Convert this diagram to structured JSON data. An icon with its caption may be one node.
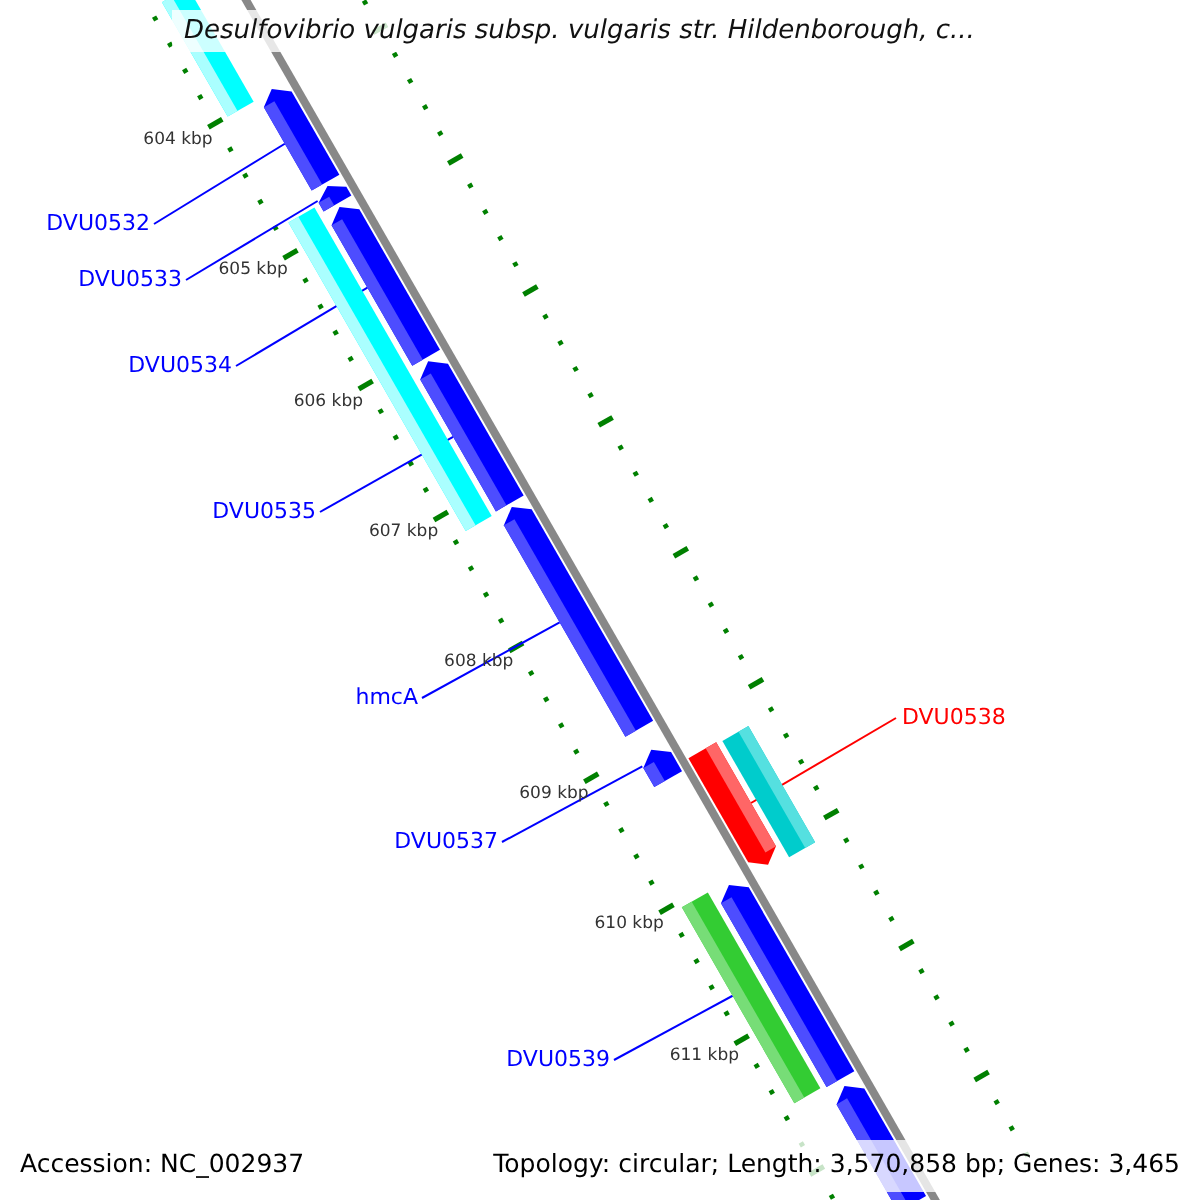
{
  "diagram": {
    "title": "Desulfovibrio vulgaris subsp. vulgaris str. Hildenborough, c...",
    "nodes": [
      {
        "text": [],
        "shape": "bar"
      },
      {
        "text": [
          "DVU0532"
        ]
      },
      {
        "text": [],
        "shape": "bar"
      },
      {
        "text": [
          "DVU0533"
        ]
      },
      {
        "text": [],
        "shape": "bar"
      },
      {
        "text": [],
        "shape": "bar"
      },
      {
        "text": [
          "DVU0534"
        ]
      },
      {
        "text": [],
        "shape": "bar"
      },
      {
        "text": [
          "DVU0535"
        ]
      },
      {
        "text": [],
        "shape": "bar"
      },
      {
        "text": [
          "hmcA"
        ]
      },
      {
        "text": [],
        "shape": "bar"
      },
      {
        "text": [
          "DVU0537"
        ]
      },
      {
        "text": [],
        "shape": "bar"
      },
      {
        "text": [
          "DVU0538"
        ]
      },
      {
        "text": [],
        "shape": "bar"
      },
      {
        "text": [],
        "shape": "bar"
      },
      {
        "text": [
          "DVU0539"
        ]
      },
      {
        "text": [],
        "shape": "bar"
      },
      {
        "text": [],
        "shape": "bar"
      },
      {
        "text": [],
        "shape": "bar"
      }
    ],
    "edges": [
      {
        "from": 1,
        "to": 2,
        "arrow": "none"
      },
      {
        "from": 3,
        "to": 4,
        "arrow": "none"
      },
      {
        "from": 6,
        "to": 7,
        "arrow": "none"
      },
      {
        "from": 8,
        "to": 9,
        "arrow": "none"
      },
      {
        "from": 10,
        "to": 11,
        "arrow": "none"
      },
      {
        "from": 12,
        "to": 13,
        "arrow": "none"
      },
      {
        "from": 14,
        "to": 15,
        "arrow": "none",
        "color": "#ff0000"
      },
      {
        "from": 17,
        "to": 18,
        "arrow": "none"
      }
    ],
    "labels": [
      "604 kbp",
      "605 kbp",
      "606 kbp",
      "607 kbp",
      "608 kbp",
      "609 kbp",
      "610 kbp",
      "611 kbp",
      "Accession: NC_002937",
      "Topology: circular; Length: 3,570,858 bp; Genes: 3,465"
    ]
  }
}
